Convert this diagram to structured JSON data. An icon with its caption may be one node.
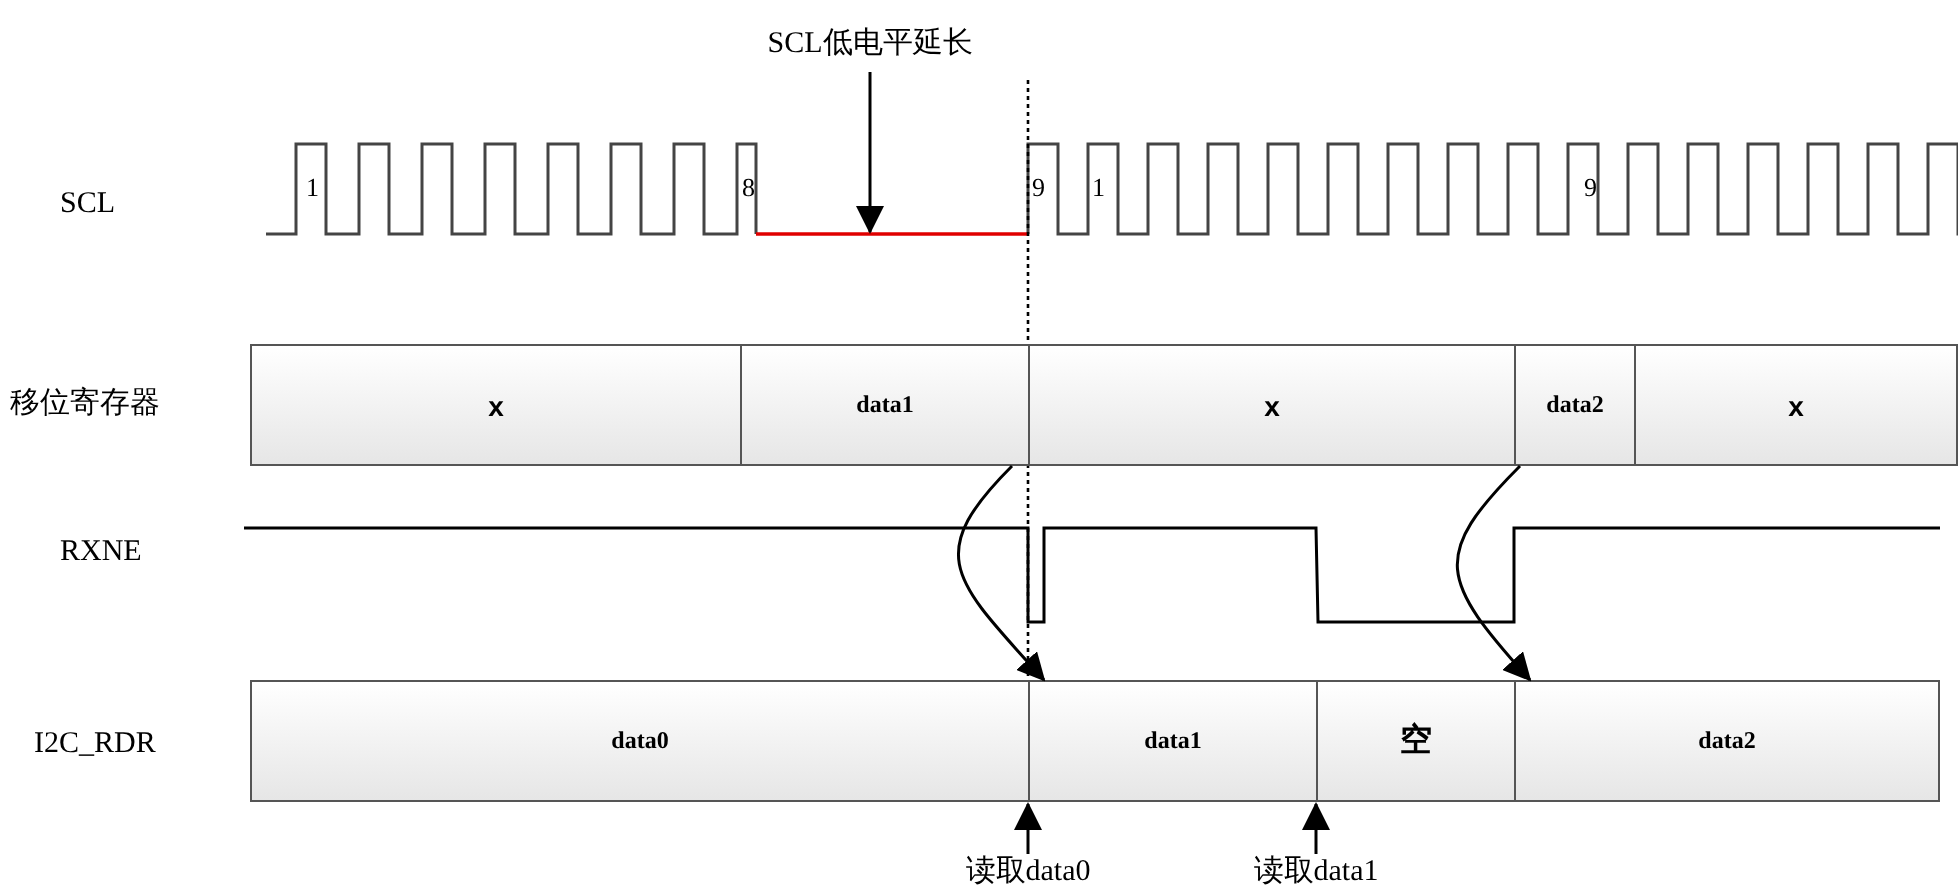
{
  "diagram": {
    "nodes": [
      {
        "text": [
          "x"
        ]
      },
      {
        "text": [
          "data1"
        ]
      },
      {
        "text": [
          "x"
        ]
      },
      {
        "text": [
          "data2"
        ]
      },
      {
        "text": [
          "x"
        ]
      },
      {
        "text": [
          "data0"
        ]
      },
      {
        "text": [
          "data1"
        ]
      },
      {
        "text": [
          "空"
        ]
      },
      {
        "text": [
          "data2"
        ]
      },
      {
        "text": [
          "读取data0"
        ]
      },
      {
        "text": [
          "读取data1"
        ]
      },
      {
        "text": [
          "SCL低电平延长"
        ]
      }
    ],
    "edges": [
      {
        "from": 1,
        "to": 6,
        "arrow": "to"
      },
      {
        "from": 3,
        "to": 8,
        "arrow": "to"
      },
      {
        "from": 9,
        "to": null,
        "arrow": "to"
      },
      {
        "from": 10,
        "to": null,
        "arrow": "to"
      },
      {
        "from": 11,
        "to": null,
        "arrow": "to"
      }
    ],
    "labels": [
      "SCL",
      "1",
      "8",
      "9",
      "1",
      "9",
      "移位寄存器",
      "RXNE",
      "I2C_RDR"
    ]
  }
}
